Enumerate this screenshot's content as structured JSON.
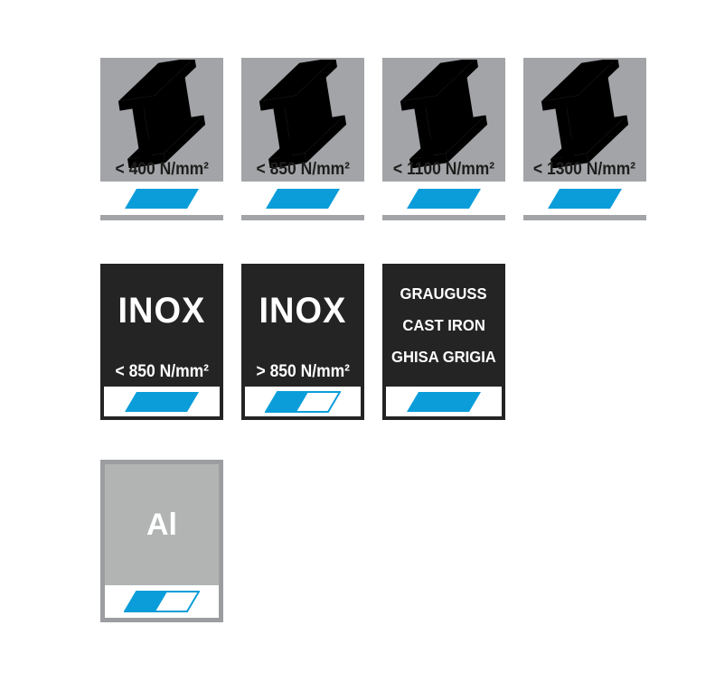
{
  "colors": {
    "blue": "#0a9dd9",
    "steel_gray": "#a2a4a7",
    "black_tile": "#232423",
    "al_border": "#9b9da0",
    "al_fill": "#b2b4b4",
    "label_dark": "#1d1e1c",
    "white": "#ffffff"
  },
  "tiles": {
    "steel": [
      {
        "label": "< 400 N/mm²",
        "swatch": "full"
      },
      {
        "label": "< 850 N/mm²",
        "swatch": "full"
      },
      {
        "label": "< 1100 N/mm²",
        "swatch": "full"
      },
      {
        "label": "< 1300 N/mm²",
        "swatch": "full"
      }
    ],
    "inox": [
      {
        "title": "INOX",
        "label": "< 850 N/mm²",
        "swatch": "full"
      },
      {
        "title": "INOX",
        "label": "> 850 N/mm²",
        "swatch": "half"
      }
    ],
    "cast_iron": {
      "lines": [
        "GRAUGUSS",
        "CAST IRON",
        "GHISA GRIGIA"
      ],
      "swatch": "full"
    },
    "aluminium": {
      "title": "Al",
      "swatch": "half"
    }
  }
}
